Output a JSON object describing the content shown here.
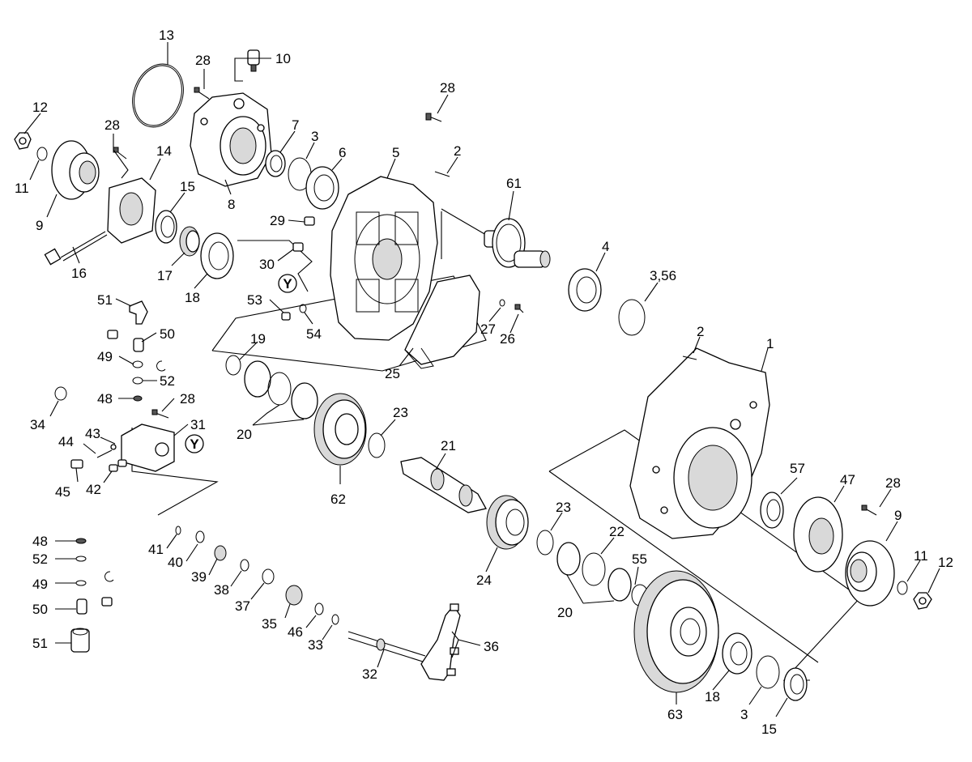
{
  "diagram": {
    "section_marker": "Y",
    "callouts": [
      {
        "id": "c13",
        "text": "13"
      },
      {
        "id": "c28a",
        "text": "28"
      },
      {
        "id": "c10",
        "text": "10"
      },
      {
        "id": "c28b",
        "text": "28"
      },
      {
        "id": "c12a",
        "text": "12"
      },
      {
        "id": "c28c",
        "text": "28"
      },
      {
        "id": "c7",
        "text": "7"
      },
      {
        "id": "c3a",
        "text": "3"
      },
      {
        "id": "c6",
        "text": "6"
      },
      {
        "id": "c5",
        "text": "5"
      },
      {
        "id": "c2a",
        "text": "2"
      },
      {
        "id": "c11a",
        "text": "11"
      },
      {
        "id": "c14",
        "text": "14"
      },
      {
        "id": "c15a",
        "text": "15"
      },
      {
        "id": "c9a",
        "text": "9"
      },
      {
        "id": "c8",
        "text": "8"
      },
      {
        "id": "c61",
        "text": "61"
      },
      {
        "id": "c29",
        "text": "29"
      },
      {
        "id": "c16",
        "text": "16"
      },
      {
        "id": "c17",
        "text": "17"
      },
      {
        "id": "c18a",
        "text": "18"
      },
      {
        "id": "c30",
        "text": "30"
      },
      {
        "id": "c4",
        "text": "4"
      },
      {
        "id": "c356",
        "text": "3,56"
      },
      {
        "id": "c51a",
        "text": "51"
      },
      {
        "id": "c53",
        "text": "53"
      },
      {
        "id": "c54",
        "text": "54"
      },
      {
        "id": "c50a",
        "text": "50"
      },
      {
        "id": "c27",
        "text": "27"
      },
      {
        "id": "c26",
        "text": "26"
      },
      {
        "id": "c2b",
        "text": "2"
      },
      {
        "id": "c1",
        "text": "1"
      },
      {
        "id": "c19",
        "text": "19"
      },
      {
        "id": "c49a",
        "text": "49"
      },
      {
        "id": "c52a",
        "text": "52"
      },
      {
        "id": "c25",
        "text": "25"
      },
      {
        "id": "c48a",
        "text": "48"
      },
      {
        "id": "c28d",
        "text": "28"
      },
      {
        "id": "c34",
        "text": "34"
      },
      {
        "id": "c31",
        "text": "31"
      },
      {
        "id": "c23a",
        "text": "23"
      },
      {
        "id": "c20a",
        "text": "20"
      },
      {
        "id": "c43",
        "text": "43"
      },
      {
        "id": "c44",
        "text": "44"
      },
      {
        "id": "c21",
        "text": "21"
      },
      {
        "id": "c45",
        "text": "45"
      },
      {
        "id": "c42",
        "text": "42"
      },
      {
        "id": "c62",
        "text": "62"
      },
      {
        "id": "c57",
        "text": "57"
      },
      {
        "id": "c47",
        "text": "47"
      },
      {
        "id": "c28e",
        "text": "28"
      },
      {
        "id": "c23b",
        "text": "23"
      },
      {
        "id": "c9b",
        "text": "9"
      },
      {
        "id": "c48b",
        "text": "48"
      },
      {
        "id": "c22",
        "text": "22"
      },
      {
        "id": "c41",
        "text": "41"
      },
      {
        "id": "c52b",
        "text": "52"
      },
      {
        "id": "c40",
        "text": "40"
      },
      {
        "id": "c11b",
        "text": "11"
      },
      {
        "id": "c12b",
        "text": "12"
      },
      {
        "id": "c55",
        "text": "55"
      },
      {
        "id": "c39",
        "text": "39"
      },
      {
        "id": "c24",
        "text": "24"
      },
      {
        "id": "c49b",
        "text": "49"
      },
      {
        "id": "c38",
        "text": "38"
      },
      {
        "id": "c20b",
        "text": "20"
      },
      {
        "id": "c37",
        "text": "37"
      },
      {
        "id": "c50b",
        "text": "50"
      },
      {
        "id": "c35",
        "text": "35"
      },
      {
        "id": "c46",
        "text": "46"
      },
      {
        "id": "c36",
        "text": "36"
      },
      {
        "id": "c51b",
        "text": "51"
      },
      {
        "id": "c33",
        "text": "33"
      },
      {
        "id": "c32",
        "text": "32"
      },
      {
        "id": "c18b",
        "text": "18"
      },
      {
        "id": "c63",
        "text": "63"
      },
      {
        "id": "c3b",
        "text": "3"
      },
      {
        "id": "c15b",
        "text": "15"
      }
    ]
  }
}
